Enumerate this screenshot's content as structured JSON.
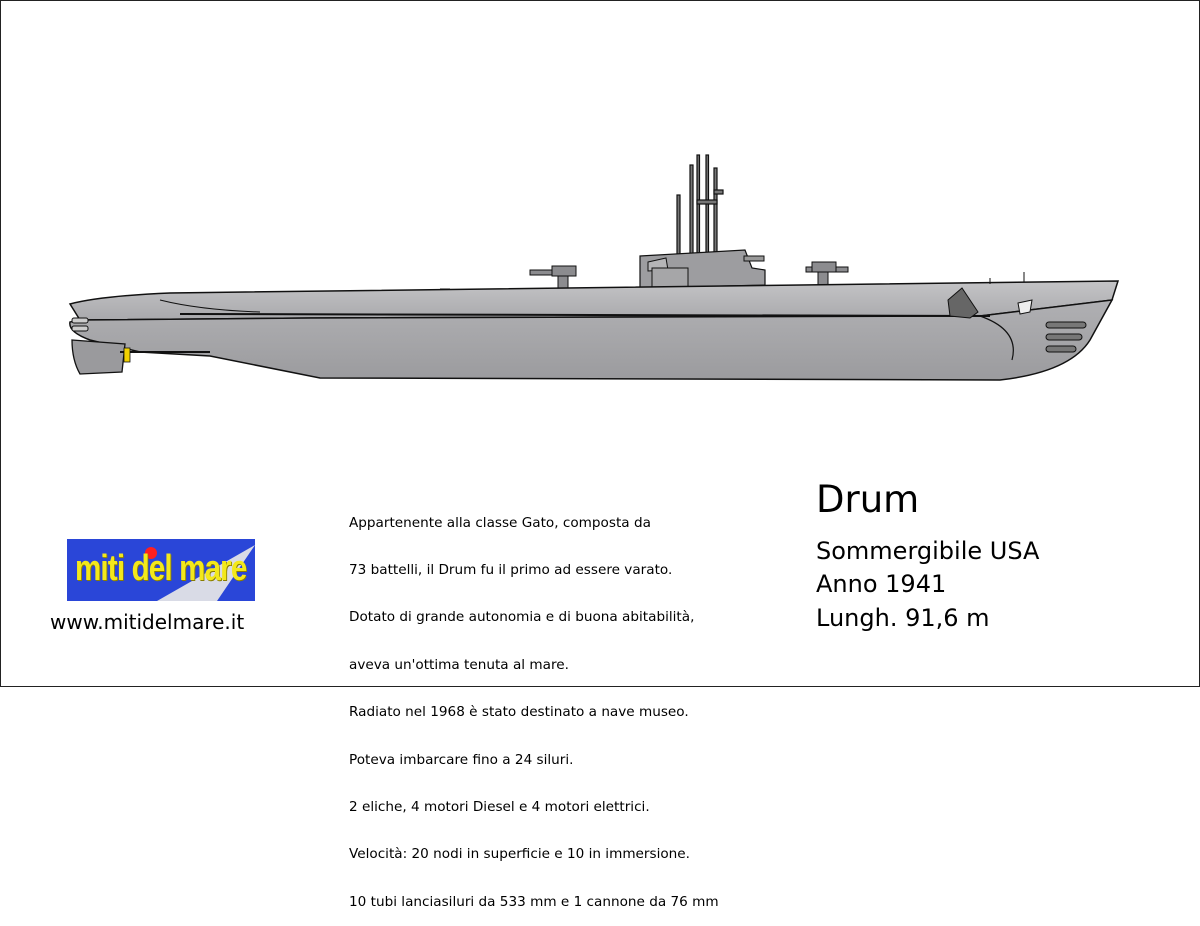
{
  "title": "Drum",
  "specs": [
    "Sommergibile USA",
    "Anno 1941",
    "Lungh. 91,6 m"
  ],
  "description": [
    "Appartenente alla classe Gato, composta da",
    "73 battelli, il Drum fu il primo ad essere varato.",
    "Dotato di grande autonomia e di buona abitabilità,",
    "aveva un'ottima tenuta al mare.",
    "Radiato nel 1968 è stato destinato a nave museo.",
    "Poteva imbarcare fino a 24 siluri.",
    "2 eliche, 4 motori Diesel e 4 motori elettrici.",
    "Velocità: 20 nodi in superficie e 10 in immersione.",
    "10 tubi lanciasiluri da 533 mm e 1 cannone da 76 mm"
  ],
  "logo": {
    "text": "miti del mare",
    "bg": "#2a46d8",
    "fg": "#f3e81b"
  },
  "website": "www.mitidelmare.it",
  "colors": {
    "hull": "#b8b8bb",
    "hull_dark": "#8f8f92",
    "outline": "#000000"
  }
}
